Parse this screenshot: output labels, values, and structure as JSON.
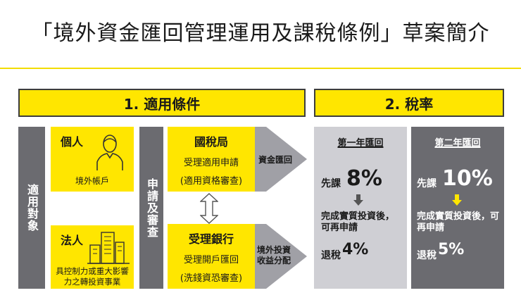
{
  "title": "「境外資金匯回管理運用及課稅條例」草案簡介",
  "section1": {
    "heading": "1. 適用條件"
  },
  "section2": {
    "heading": "2. 稅率"
  },
  "applicable_target": "適用對象",
  "individual": {
    "label": "個人",
    "account": "境外帳戶"
  },
  "legal_entity": {
    "label": "法人",
    "description": "具控制力或重大影響力之轉投資事業"
  },
  "apply_review": "申請及審查",
  "tax_bureau": {
    "label": "國稅局",
    "line1": "受理適用申請",
    "line2": "(適用資格審查)"
  },
  "receiving_bank": {
    "label": "受理銀行",
    "line1": "受理開戶匯回",
    "line2": "(洗錢資恐審查)"
  },
  "arrow_top_text": "資金匯回",
  "arrow_bottom_text": "境外投資收益分配",
  "year1": {
    "heading": "第一年匯回",
    "tax_prefix": "先課",
    "tax_rate": "8%",
    "text1": "完成實質投資後，可再申請",
    "refund_prefix": "退稅",
    "refund_rate": "4%"
  },
  "year2": {
    "heading": "第二年匯回",
    "tax_prefix": "先課",
    "tax_rate": "10%",
    "text1": "完成實質投資後，可再申請",
    "refund_prefix": "退稅",
    "refund_rate": "5%"
  },
  "colors": {
    "accent_yellow": "#ffe600",
    "dark_gray": "#6b6b70",
    "light_gray": "#cfcfd4",
    "arrow_gray": "#a0a0a6"
  }
}
